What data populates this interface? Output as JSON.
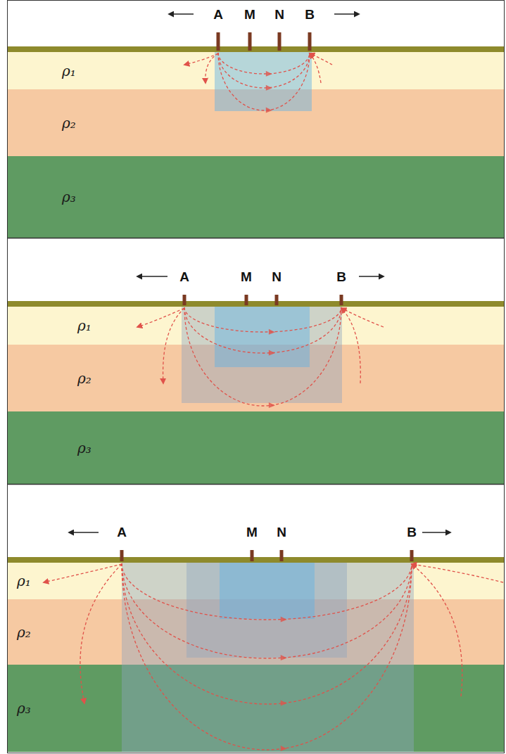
{
  "diagram": {
    "nodes": [
      {
        "text": [
          "ρ₁"
        ]
      },
      {
        "text": [
          "ρ₂"
        ]
      },
      {
        "text": [
          "ρ₃"
        ]
      },
      {
        "text": [
          "ρ₁"
        ]
      },
      {
        "text": [
          "ρ₂"
        ]
      },
      {
        "text": [
          "ρ₃"
        ]
      },
      {
        "text": [
          "ρ₁"
        ]
      },
      {
        "text": [
          "ρ₂"
        ]
      },
      {
        "text": [
          "ρ₃"
        ]
      }
    ],
    "edges": [],
    "labels": [
      "A",
      "M",
      "N",
      "B",
      "A",
      "M",
      "N",
      "B",
      "A",
      "M",
      "N",
      "B"
    ]
  }
}
